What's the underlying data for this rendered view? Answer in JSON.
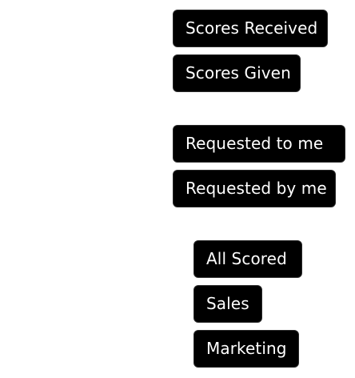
{
  "groups": [
    {
      "label": "",
      "buttons": [
        "Scores Received",
        "Scores Given"
      ]
    },
    {
      "label": "",
      "buttons": [
        "Requested to me",
        "Requested by me"
      ]
    },
    {
      "label": "",
      "buttons": [
        "All Scored",
        "Sales",
        "Marketing"
      ]
    }
  ],
  "colors": {
    "button_bg": "#000000",
    "button_text": "#ffffff",
    "page_bg": "#ffffff"
  }
}
